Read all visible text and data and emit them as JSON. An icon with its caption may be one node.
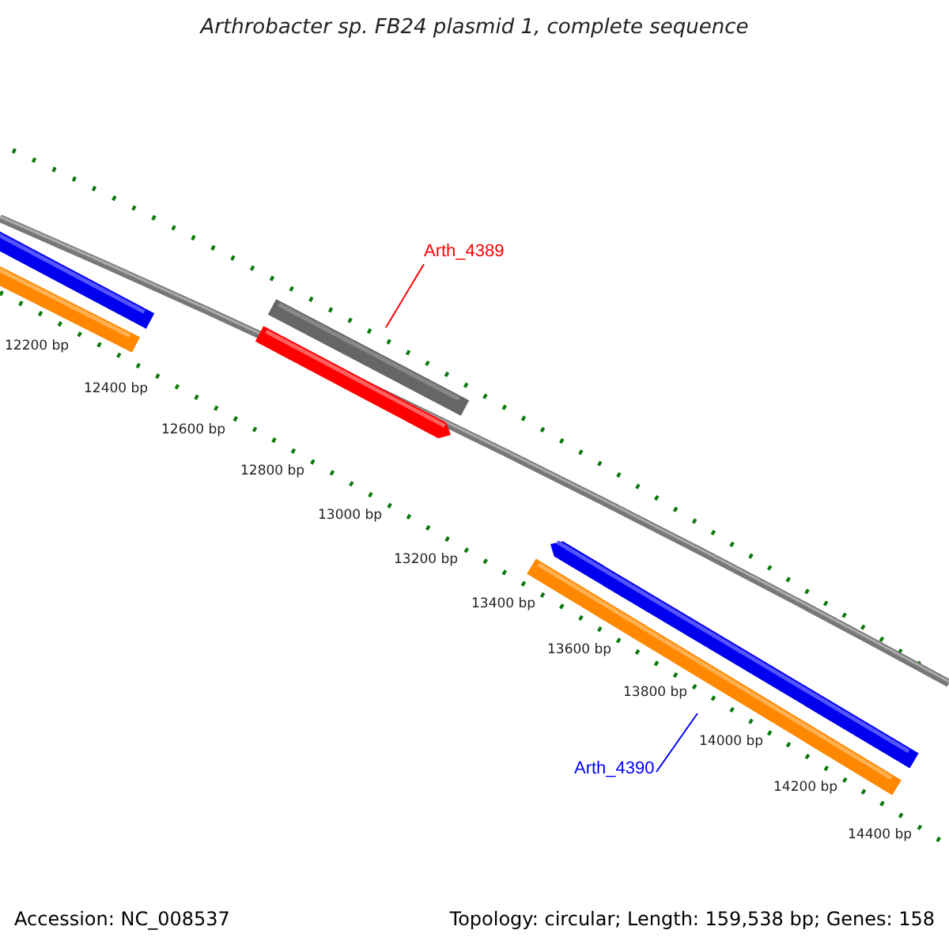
{
  "diagram": {
    "title": "Arthrobacter sp. FB24 plasmid 1, complete sequence",
    "nodes": [
      {
        "text": [
          "Arth_4389"
        ]
      },
      {
        "text": [
          "Arth_4390"
        ]
      }
    ],
    "edges": [
      {
        "from": 0,
        "to": null,
        "arrow": "none",
        "color": "#ff0000"
      },
      {
        "from": 1,
        "to": null,
        "arrow": "none",
        "color": "#0000ff"
      }
    ],
    "labels": [
      "12200 bp",
      "12400 bp",
      "12600 bp",
      "12800 bp",
      "13000 bp",
      "13200 bp",
      "13400 bp",
      "13600 bp",
      "13800 bp",
      "14000 bp",
      "14200 bp",
      "14400 bp",
      "Accession: NC_008537",
      "Topology: circular; Length: 159,538 bp; Genes: 158"
    ]
  }
}
